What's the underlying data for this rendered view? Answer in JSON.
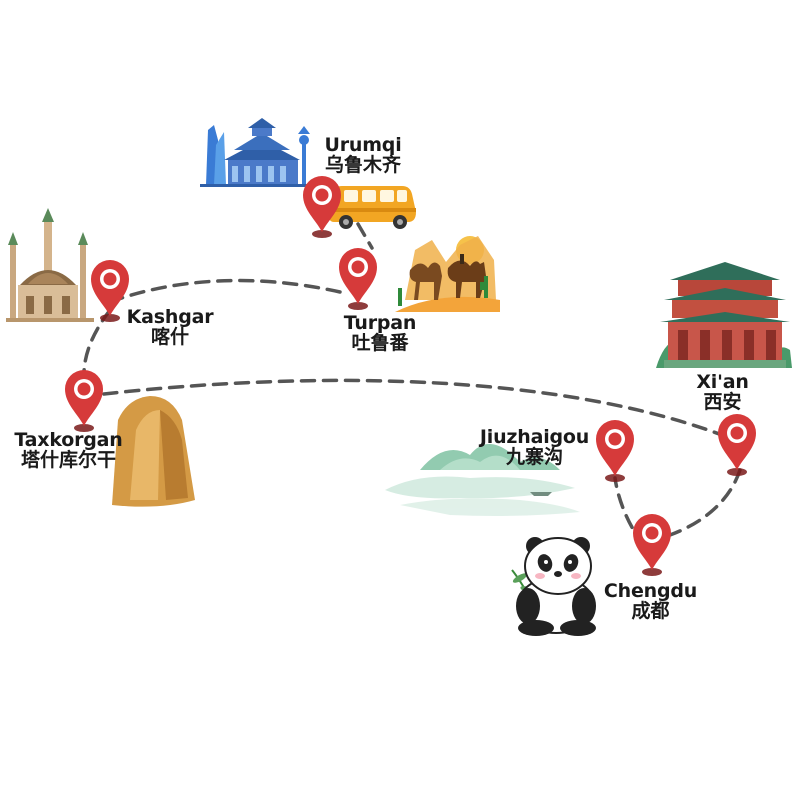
{
  "map": {
    "route_color": "#555555",
    "pin_color": "#d63a3a",
    "cities": [
      {
        "key": "urumqi",
        "en": "Urumqi",
        "zh": "乌鲁木齐",
        "landmark": "city-skyline-icon"
      },
      {
        "key": "turpan",
        "en": "Turpan",
        "zh": "吐鲁番",
        "landmark": "camel-desert-icon"
      },
      {
        "key": "kashgar",
        "en": "Kashgar",
        "zh": "喀什",
        "landmark": "mosque-icon"
      },
      {
        "key": "taxkorgan",
        "en": "Taxkorgan",
        "zh": "塔什库尔干",
        "landmark": "rock-mountain-icon"
      },
      {
        "key": "xian",
        "en": "Xi'an",
        "zh": "西安",
        "landmark": "pagoda-gate-icon"
      },
      {
        "key": "jiuzhaigou",
        "en": "Jiuzhaigou",
        "zh": "九寨沟",
        "landmark": "lake-mountain-icon"
      },
      {
        "key": "chengdu",
        "en": "Chengdu",
        "zh": "成都",
        "landmark": "panda-icon"
      }
    ],
    "vehicle": "bus-icon"
  }
}
